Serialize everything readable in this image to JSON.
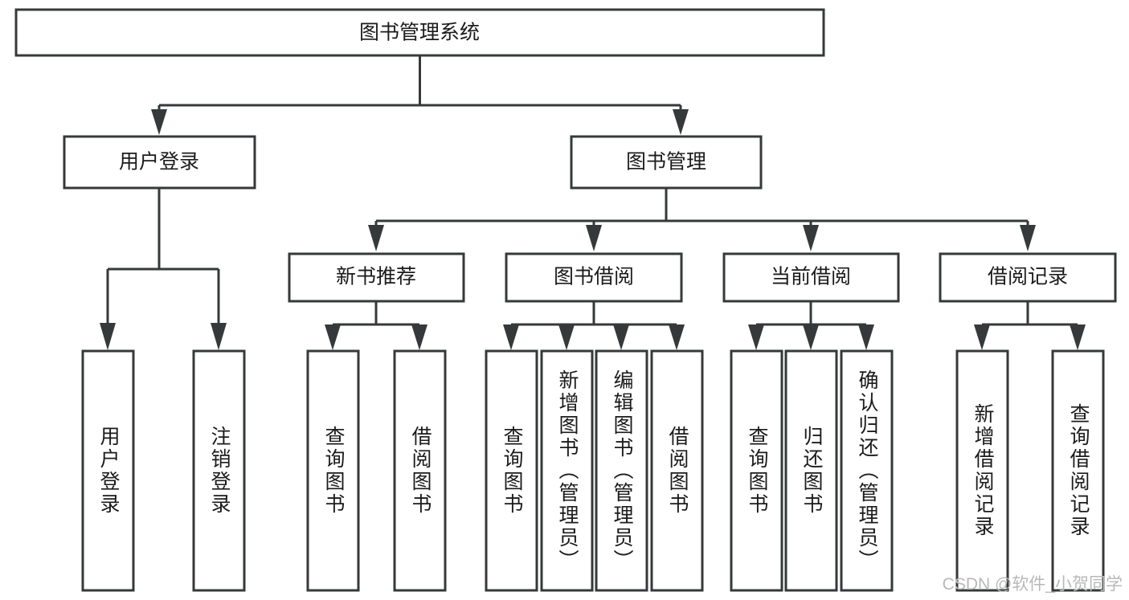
{
  "diagram": {
    "type": "tree",
    "title": "图书管理系统",
    "watermark": "CSDN @软件_小贺同学",
    "colors": {
      "stroke": "#36393a",
      "fill": "#ffffff",
      "text": "#1b1b1b",
      "watermark": "#b9b9b9"
    },
    "levels": {
      "root": {
        "label": "图书管理系统"
      },
      "level2": [
        {
          "id": "user-login",
          "label": "用户登录"
        },
        {
          "id": "book-manage",
          "label": "图书管理"
        }
      ],
      "level3": [
        {
          "id": "new-book-recommend",
          "label": "新书推荐",
          "parent": "book-manage"
        },
        {
          "id": "book-borrow",
          "label": "图书借阅",
          "parent": "book-manage"
        },
        {
          "id": "current-borrow",
          "label": "当前借阅",
          "parent": "book-manage"
        },
        {
          "id": "borrow-record",
          "label": "借阅记录",
          "parent": "book-manage"
        }
      ],
      "leaves": [
        {
          "id": "leaf-user-login",
          "label": "用户登录",
          "parent": "user-login"
        },
        {
          "id": "leaf-logout",
          "label": "注销登录",
          "parent": "user-login"
        },
        {
          "id": "leaf-query-book-1",
          "label": "查询图书",
          "parent": "new-book-recommend"
        },
        {
          "id": "leaf-borrow-book-1",
          "label": "借阅图书",
          "parent": "new-book-recommend"
        },
        {
          "id": "leaf-query-book-2",
          "label": "查询图书",
          "parent": "book-borrow"
        },
        {
          "id": "leaf-add-book",
          "label": "新增图书（管理员）",
          "parent": "book-borrow"
        },
        {
          "id": "leaf-edit-book",
          "label": "编辑图书（管理员）",
          "parent": "book-borrow"
        },
        {
          "id": "leaf-borrow-book-2",
          "label": "借阅图书",
          "parent": "book-borrow"
        },
        {
          "id": "leaf-query-book-3",
          "label": "查询图书",
          "parent": "current-borrow"
        },
        {
          "id": "leaf-return-book",
          "label": "归还图书",
          "parent": "current-borrow"
        },
        {
          "id": "leaf-confirm-return",
          "label": "确认归还（管理员）",
          "parent": "current-borrow"
        },
        {
          "id": "leaf-add-record",
          "label": "新增借阅记录",
          "parent": "borrow-record"
        },
        {
          "id": "leaf-query-record",
          "label": "查询借阅记录",
          "parent": "borrow-record"
        }
      ]
    }
  }
}
